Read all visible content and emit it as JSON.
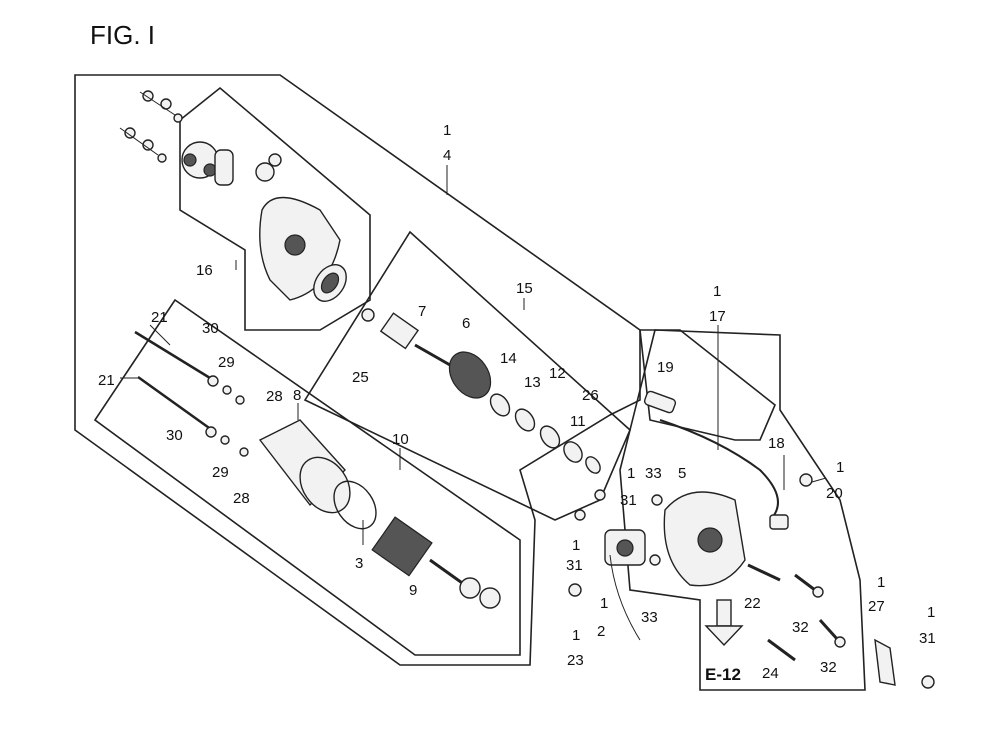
{
  "title": "FIG. I",
  "reference": "E-12",
  "callouts": [
    {
      "label": "1"
    },
    {
      "label": "4"
    },
    {
      "label": "16"
    },
    {
      "label": "15"
    },
    {
      "label": "21"
    },
    {
      "label": "30"
    },
    {
      "label": "29"
    },
    {
      "label": "21"
    },
    {
      "label": "28"
    },
    {
      "label": "8"
    },
    {
      "label": "7"
    },
    {
      "label": "6"
    },
    {
      "label": "25"
    },
    {
      "label": "14"
    },
    {
      "label": "13"
    },
    {
      "label": "12"
    },
    {
      "label": "26"
    },
    {
      "label": "11"
    },
    {
      "label": "30"
    },
    {
      "label": "29"
    },
    {
      "label": "28"
    },
    {
      "label": "10"
    },
    {
      "label": "3"
    },
    {
      "label": "9"
    },
    {
      "label": "1"
    },
    {
      "label": "17"
    },
    {
      "label": "19"
    },
    {
      "label": "18"
    },
    {
      "label": "1"
    },
    {
      "label": "20"
    },
    {
      "label": "33"
    },
    {
      "label": "5"
    },
    {
      "label": "1"
    },
    {
      "label": "31"
    },
    {
      "label": "1"
    },
    {
      "label": "31"
    },
    {
      "label": "1"
    },
    {
      "label": "2"
    },
    {
      "label": "33"
    },
    {
      "label": "1"
    },
    {
      "label": "23"
    },
    {
      "label": "22"
    },
    {
      "label": "1"
    },
    {
      "label": "27"
    },
    {
      "label": "32"
    },
    {
      "label": "32"
    },
    {
      "label": "24"
    },
    {
      "label": "1"
    },
    {
      "label": "31"
    }
  ]
}
